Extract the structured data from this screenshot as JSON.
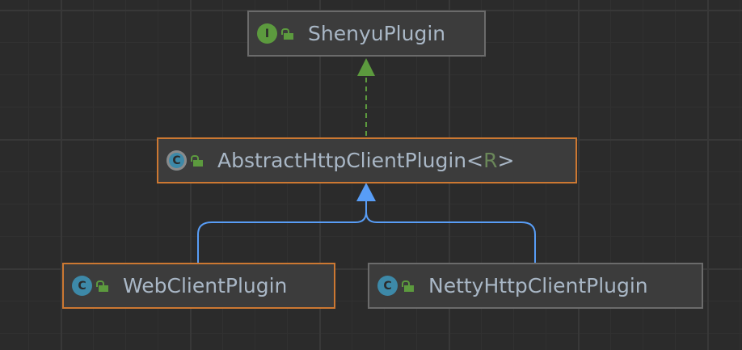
{
  "nodes": {
    "shenyu": {
      "name": "ShenyuPlugin",
      "kind_badge": "I"
    },
    "abstract": {
      "name": "AbstractHttpClientPlugin",
      "type_open": "<",
      "type_param": "R",
      "type_close": ">",
      "kind_badge": "C"
    },
    "webclient": {
      "name": "WebClientPlugin",
      "kind_badge": "C"
    },
    "netty": {
      "name": "NettyHttpClientPlugin",
      "kind_badge": "C"
    }
  },
  "colors": {
    "interface": "#5c9a3e",
    "class": "#3d89a8",
    "implements": "#5c9a3e",
    "extends": "#589df6",
    "selected_border": "#cc7832"
  }
}
